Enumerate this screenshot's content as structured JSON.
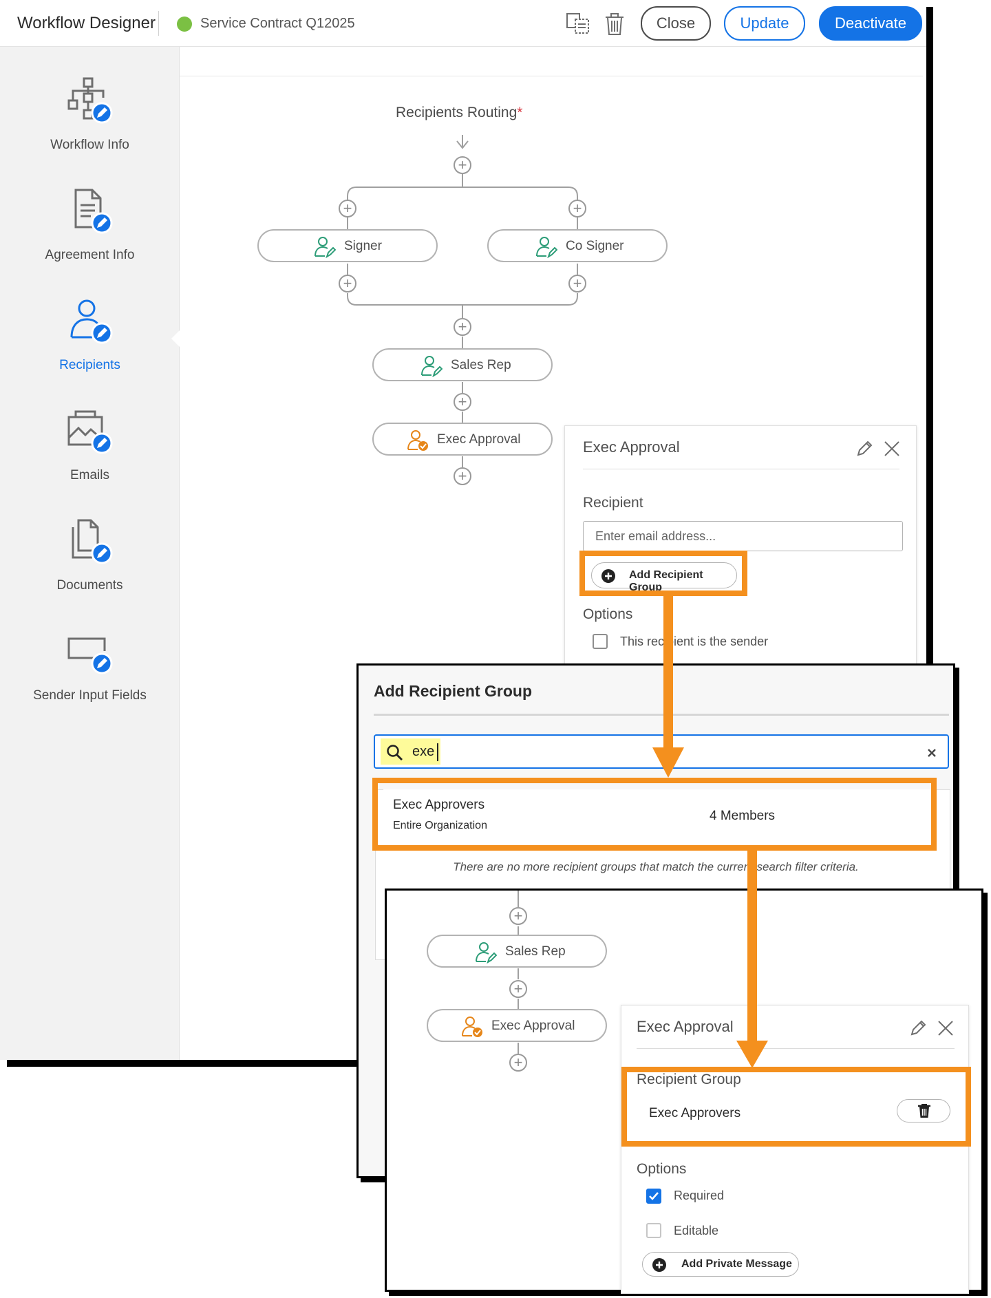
{
  "app": {
    "title": "Workflow Designer",
    "contract_name": "Service Contract Q12025",
    "status_color": "#7bc043",
    "accent_color": "#1473e6",
    "highlight_color": "#f4901e"
  },
  "toolbar": {
    "close_label": "Close",
    "update_label": "Update",
    "deactivate_label": "Deactivate",
    "icons": [
      "duplicate-icon",
      "trash-icon"
    ]
  },
  "sidebar": {
    "items": [
      {
        "label": "Workflow Info",
        "icon": "hierarchy-edit-icon"
      },
      {
        "label": "Agreement Info",
        "icon": "document-edit-icon"
      },
      {
        "label": "Recipients",
        "icon": "user-edit-icon",
        "active": true
      },
      {
        "label": "Emails",
        "icon": "image-mail-edit-icon"
      },
      {
        "label": "Documents",
        "icon": "files-edit-icon"
      },
      {
        "label": "Sender Input Fields",
        "icon": "input-field-edit-icon"
      }
    ]
  },
  "routing": {
    "title": "Recipients Routing",
    "required_mark": "*",
    "nodes": {
      "signer": "Signer",
      "co_signer": "Co Signer",
      "sales_rep": "Sales Rep",
      "exec_approval": "Exec Approval"
    }
  },
  "detail_panel": {
    "title": "Exec Approval",
    "recipient_heading": "Recipient",
    "email_placeholder": "Enter email address...",
    "add_group_label": "Add Recipient Group",
    "options_heading": "Options",
    "sender_checkbox_label": "This recipient is the sender"
  },
  "group_dialog": {
    "title": "Add Recipient Group",
    "search_value": "exe",
    "result": {
      "name": "Exec Approvers",
      "scope": "Entire Organization",
      "members": "4 Members"
    },
    "empty_message": "There are no more recipient groups that match the current search filter criteria."
  },
  "result_view": {
    "nodes": {
      "sales_rep": "Sales Rep",
      "exec_approval": "Exec Approval"
    },
    "panel_title": "Exec Approval",
    "group_heading": "Recipient Group",
    "group_name": "Exec Approvers",
    "options_heading": "Options",
    "required_label": "Required",
    "required_checked": true,
    "editable_label": "Editable",
    "editable_checked": false,
    "private_message_label": "Add Private Message"
  }
}
